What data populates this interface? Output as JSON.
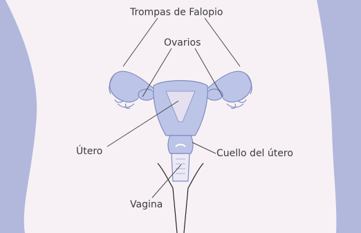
{
  "diagram": {
    "labels": {
      "fallopian_tubes": "Trompas de Falopio",
      "ovaries": "Ovarios",
      "uterus": "Útero",
      "cervix": "Cuello del útero",
      "vagina": "Vagina"
    },
    "colors": {
      "background": "#f7f1f5",
      "side_panels": "#b1b8dc",
      "organ_fill": "#bcc5e8",
      "organ_stroke": "#7d8ac0",
      "leader_lines": "#444444",
      "label_text": "#3a3a3a"
    }
  }
}
